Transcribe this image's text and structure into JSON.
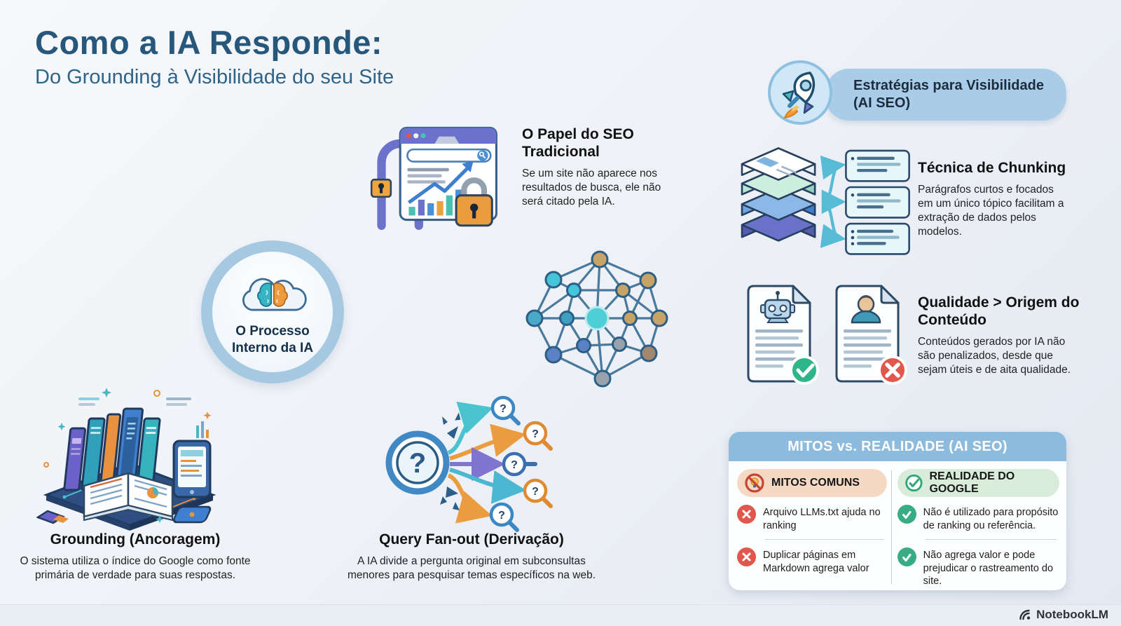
{
  "title": {
    "main": "Como a IA Responde:",
    "subtitle": "Do Grounding à Visibilidade do seu Site"
  },
  "sections": {
    "seo": {
      "heading": "O Papel do SEO Tradicional",
      "body": "Se um site não aparece nos resultados de busca, ele não será citado pela IA."
    },
    "strategies": {
      "heading": "Estratégias para Visibilidade (AI SEO)"
    },
    "chunking": {
      "heading": "Técnica de Chunking",
      "body": "Parágrafos curtos e focados em um único tópico facilitam a extração de dados pelos modelos."
    },
    "quality": {
      "heading": "Qualidade > Origem do Conteúdo",
      "body": "Conteúdos gerados por IA não são penalizados, desde que sejam úteis e de aita qualidade."
    },
    "process": {
      "label": "O Processo Interno da IA"
    },
    "grounding": {
      "heading": "Grounding (Ancoragem)",
      "body": "O sistema utiliza o índice do Google como fonte primária de verdade para suas respostas."
    },
    "fanout": {
      "heading": "Query Fan-out (Derivação)",
      "body": "A IA divide a pergunta original em subconsultas menores para pesquisar temas específicos na web."
    }
  },
  "myths_table": {
    "title": "MITOS vs. REALIDADE (AI SEO)",
    "columns": [
      {
        "label": "MITOS COMUNS"
      },
      {
        "label": "REALIDADE DO GOOGLE"
      }
    ],
    "myths": [
      "Arquivo LLMs.txt ajuda no ranking",
      "Duplicar páginas em Markdown agrega valor"
    ],
    "realities": [
      "Não é utilizado para propósito de ranking ou referência.",
      "Não agrega valor e pode prejudicar o rastreamento do site."
    ]
  },
  "footer": {
    "brand": "NotebookLM"
  },
  "icons": {
    "rocket": "rocket-icon",
    "padlock": "padlock-icon",
    "browser": "browser-window-icon",
    "cloud_brain": "cloud-brain-icon",
    "network": "knowledge-graph-icon",
    "books": "books-stack-icon",
    "magnifier": "magnifier-question-icon",
    "robot_doc": "robot-document-icon",
    "human_doc": "human-document-icon",
    "check": "check-icon",
    "cross": "cross-icon",
    "prohibited_bulb": "no-myth-icon",
    "notebooklm_logo": "notebooklm-logo-icon"
  },
  "colors": {
    "title_blue": "#27587b",
    "pill_blue": "#a9cde9",
    "table_header_blue": "#8dbbdd",
    "myth_pill": "#f6d9c4",
    "reality_pill": "#d9ecda",
    "error_red": "#e2574c",
    "success_green": "#38ad85",
    "accent_teal": "#4bc3cf",
    "accent_orange": "#eb9c3c",
    "accent_purple": "#6b72cc"
  }
}
